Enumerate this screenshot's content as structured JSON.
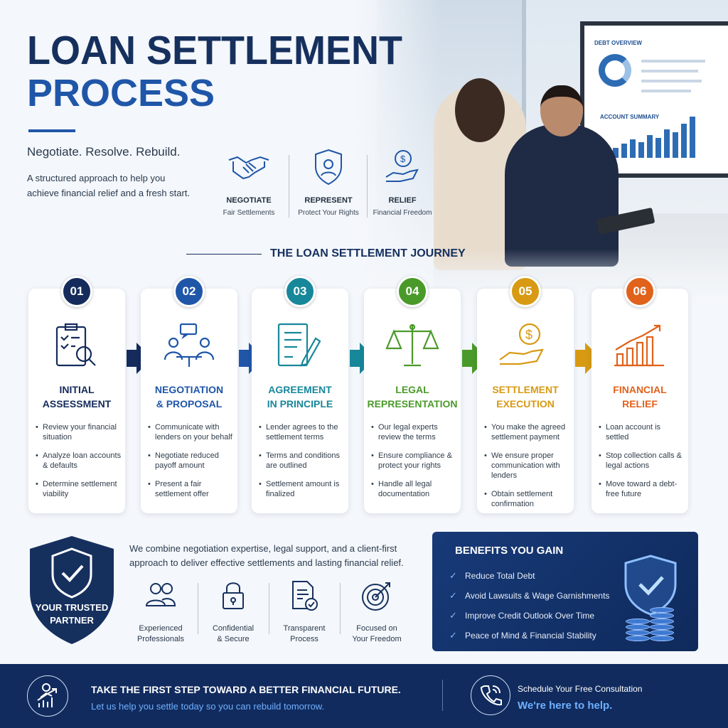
{
  "header": {
    "title_line1": "LOAN SETTLEMENT",
    "title_line2": "PROCESS",
    "tagline": "Negotiate. Resolve. Rebuild.",
    "description": "A structured approach to help you achieve financial relief and a fresh start."
  },
  "hero": {
    "monitor_title": "DEBT OVERVIEW",
    "monitor_subtitle": "ACCOUNT SUMMARY"
  },
  "pillars": [
    {
      "title": "NEGOTIATE",
      "subtitle": "Fair Settlements",
      "icon": "handshake-icon"
    },
    {
      "title": "REPRESENT",
      "subtitle": "Protect Your Rights",
      "icon": "shield-person-icon"
    },
    {
      "title": "RELIEF",
      "subtitle": "Financial Freedom",
      "icon": "hand-coin-icon"
    }
  ],
  "journey": {
    "title": "THE LOAN SETTLEMENT JOURNEY",
    "steps": [
      {
        "num": "01",
        "color": "#142b5c",
        "title1": "INITIAL",
        "title2": "ASSESSMENT",
        "bullets": [
          "Review your financial situation",
          "Analyze loan accounts & defaults",
          "Determine settlement viability"
        ],
        "icon": "clipboard-search-icon"
      },
      {
        "num": "02",
        "color": "#1f56a8",
        "title1": "NEGOTIATION",
        "title2": "& PROPOSAL",
        "bullets": [
          "Communicate with lenders on your behalf",
          "Negotiate reduced payoff amount",
          "Present a fair settlement offer"
        ],
        "icon": "meeting-icon"
      },
      {
        "num": "03",
        "color": "#17879a",
        "title1": "AGREEMENT",
        "title2": "IN PRINCIPLE",
        "bullets": [
          "Lender agrees to the settlement terms",
          "Terms and conditions are outlined",
          "Settlement amount is finalized"
        ],
        "icon": "document-pen-icon"
      },
      {
        "num": "04",
        "color": "#4a9a2a",
        "title1": "LEGAL",
        "title2": "REPRESENTATION",
        "bullets": [
          "Our legal experts review the terms",
          "Ensure compliance & protect your rights",
          "Handle all legal documentation"
        ],
        "icon": "scales-icon"
      },
      {
        "num": "05",
        "color": "#d79a12",
        "title1": "SETTLEMENT",
        "title2": "EXECUTION",
        "bullets": [
          "You make the agreed settlement payment",
          "We ensure proper communication with lenders",
          "Obtain settlement confirmation"
        ],
        "icon": "hand-dollar-icon"
      },
      {
        "num": "06",
        "color": "#e0621b",
        "title1": "FINANCIAL",
        "title2": "RELIEF",
        "bullets": [
          "Loan account is settled",
          "Stop collection calls & legal actions",
          "Move toward a debt-free future"
        ],
        "icon": "growth-chart-icon"
      }
    ]
  },
  "trust": {
    "badge_line1": "YOUR TRUSTED",
    "badge_line2": "PARTNER",
    "statement": "We combine negotiation expertise, legal support, and a client-first approach to deliver effective settlements and lasting financial relief.",
    "features": [
      {
        "line1": "Experienced",
        "line2": "Professionals",
        "icon": "people-icon"
      },
      {
        "line1": "Confidential",
        "line2": "& Secure",
        "icon": "lock-icon"
      },
      {
        "line1": "Transparent",
        "line2": "Process",
        "icon": "document-check-icon"
      },
      {
        "line1": "Focused on",
        "line2": "Your Freedom",
        "icon": "target-icon"
      }
    ]
  },
  "benefits": {
    "title": "BENEFITS YOU GAIN",
    "items": [
      "Reduce Total Debt",
      "Avoid Lawsuits & Wage Garnishments",
      "Improve Credit Outlook Over Time",
      "Peace of Mind & Financial Stability"
    ]
  },
  "footer": {
    "cta_title": "TAKE THE FIRST STEP TOWARD A BETTER FINANCIAL FUTURE.",
    "cta_subtitle": "Let us help you settle today so you can rebuild tomorrow.",
    "contact_line1": "Schedule Your Free Consultation",
    "contact_line2": "We're here to help."
  },
  "colors": {
    "navy": "#16305e",
    "blue": "#1f56a8"
  }
}
